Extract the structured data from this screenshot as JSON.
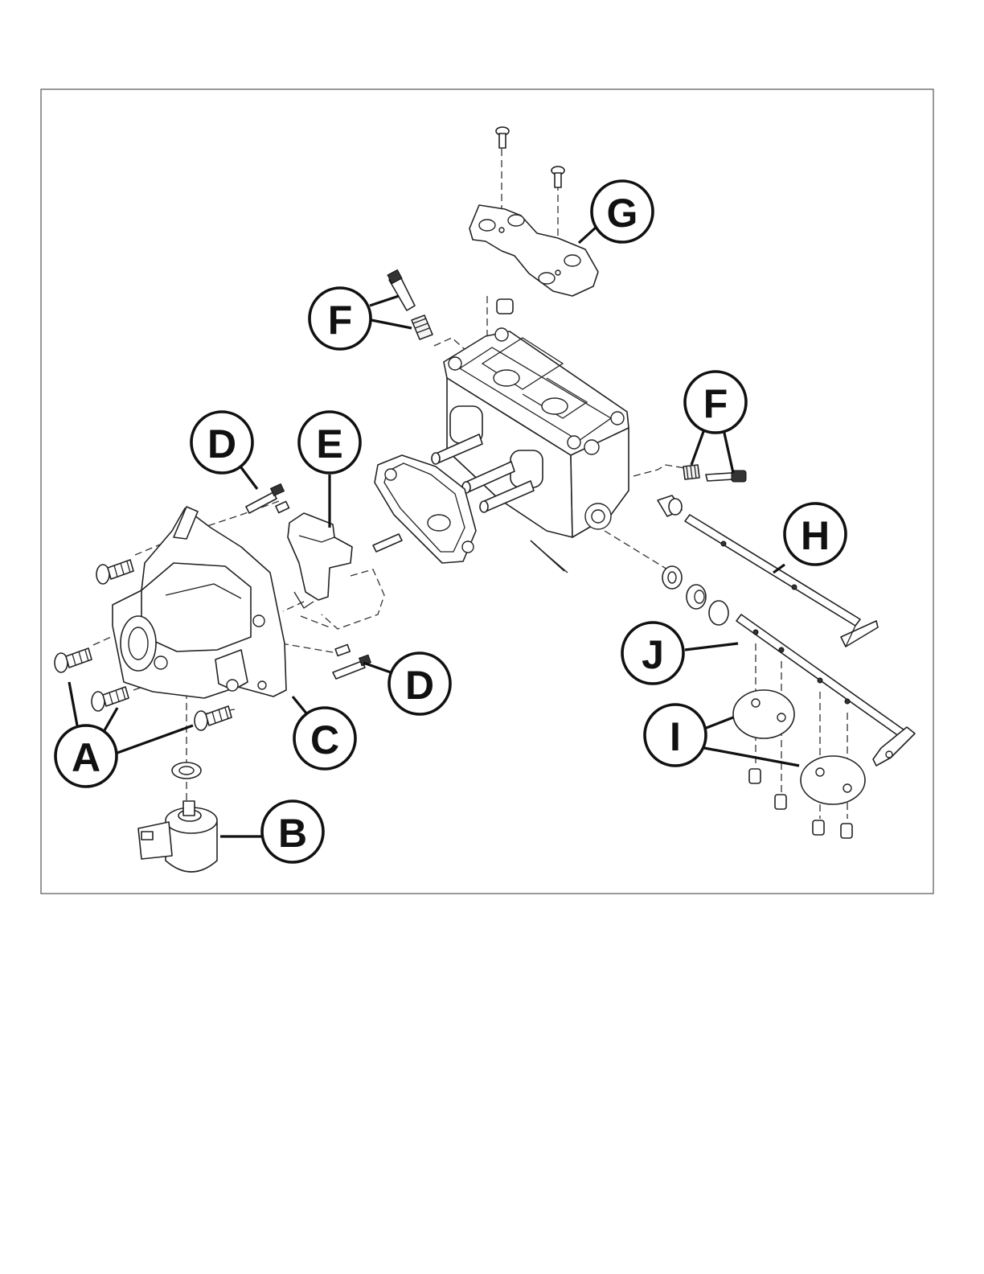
{
  "diagram": {
    "callouts": {
      "a": "A",
      "b": "B",
      "c": "C",
      "d_upper": "D",
      "d_lower": "D",
      "e": "E",
      "f_left": "F",
      "f_right": "F",
      "g": "G",
      "h": "H",
      "i": "I",
      "j": "J"
    }
  }
}
